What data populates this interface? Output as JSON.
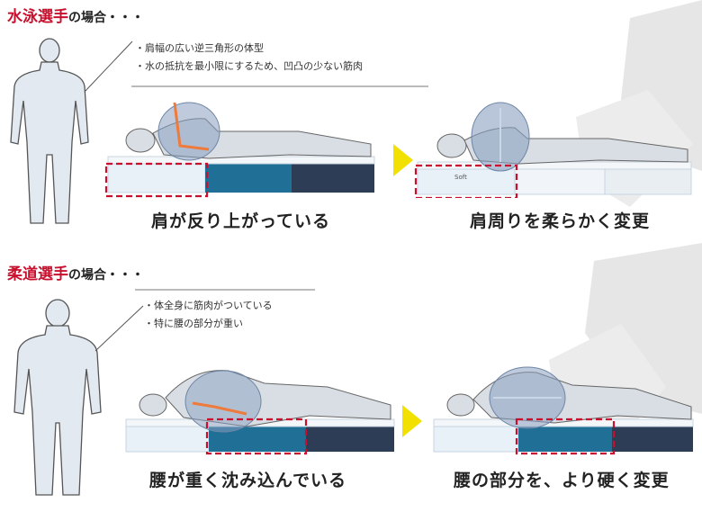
{
  "swimmer": {
    "title_accent": "水泳選手",
    "title_rest": "の場合・・・",
    "notes": [
      "・肩幅の広い逆三角形の体型",
      "・水の抵抗を最小限にするため、凹凸の少ない筋肉"
    ],
    "before_caption": "肩が反り上がっている",
    "after_caption": "肩周りを柔らかく変更",
    "after_mattress_label": "Soft"
  },
  "judo": {
    "title_accent": "柔道選手",
    "title_rest": "の場合・・・",
    "notes": [
      "・体全身に筋肉がついている",
      "・特に腰の部分が重い"
    ],
    "before_caption": "腰が重く沈み込んでいる",
    "after_caption": "腰の部分を、より硬く変更"
  },
  "colors": {
    "accent_red": "#c8102e",
    "arrow_yellow": "#f2e000",
    "mattress_blue": "#1f6f96",
    "mattress_navy": "#2d3d55",
    "mattress_light": "#e8f1f8"
  }
}
